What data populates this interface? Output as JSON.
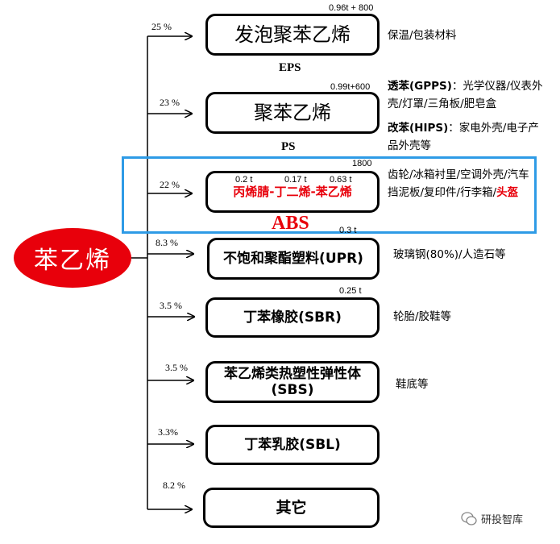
{
  "root": "苯乙烯",
  "branches": [
    {
      "pct": "25 %",
      "label": "发泡聚苯乙烯",
      "abbr": "EPS",
      "qty": "0.96t + 800",
      "note": "保温/包装材料"
    },
    {
      "pct": "23 %",
      "label": "聚苯乙烯",
      "abbr": "PS",
      "qty": "0.99t+600",
      "note_gpps_title": "透苯(GPPS)",
      "note_gpps": "：光学仪器/仪表外壳/灯罩/三角板/肥皂盒",
      "note_hips_title": "改苯(HIPS)",
      "note_hips": "：家电外壳/电子产品外壳等"
    },
    {
      "pct": "22 %",
      "label": "丙烯腈-丁二烯-苯乙烯",
      "abbr": "ABS",
      "qty": "1800",
      "ratio_a": "0.2 t",
      "ratio_b": "0.17 t",
      "ratio_c": "0.63 t",
      "note": "齿轮/冰箱衬里/空调外壳/汽车挡泥板/复印件/行李箱/",
      "note_red": "头盔"
    },
    {
      "pct": "8.3 %",
      "label": "不饱和聚酯塑料(UPR)",
      "qty": "0.3 t",
      "note": "玻璃钢(80%)/人造石等"
    },
    {
      "pct": "3.5 %",
      "label": "丁苯橡胶(SBR)",
      "qty": "0.25 t",
      "note": "轮胎/胶鞋等"
    },
    {
      "pct": "3.5 %",
      "label": "苯乙烯类热塑性弹性体(SBS)",
      "note": "鞋底等"
    },
    {
      "pct": "3.3%",
      "label": "丁苯乳胶(SBL)"
    },
    {
      "pct": "8.2 %",
      "label": "其它"
    }
  ],
  "watermark": "研投智库",
  "colors": {
    "accent_red": "#e8000b",
    "highlight_blue": "#2e9be6"
  }
}
